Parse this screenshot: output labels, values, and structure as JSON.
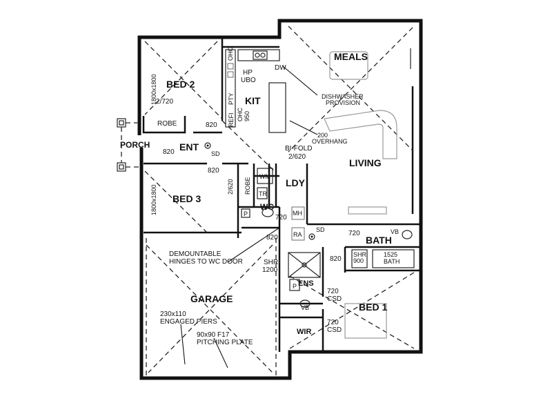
{
  "rooms": {
    "meals": "MEALS",
    "bed2": "BED 2",
    "kit": "KIT",
    "ent": "ENT",
    "porch": "PORCH",
    "living": "LIVING",
    "bed3": "BED 3",
    "ldy": "LDY",
    "wc": "WC",
    "bath": "BATH",
    "ens": "ENS",
    "garage": "GARAGE",
    "bed1": "BED 1",
    "wir": "WIR"
  },
  "labels": {
    "dw": "DW",
    "ohc_top": "OHC",
    "hp": "HP",
    "ubo": "UBO",
    "pty": "PTY",
    "refi": "REFI",
    "ohc_950": "OHC",
    "n950": "950",
    "dishwasher": "DISHWASHER",
    "provision": "PROVISION",
    "robe_bed2": "ROBE",
    "bed2_window": "1800x1800",
    "bed2_door": "2/720",
    "b820_bed2": "820",
    "b820_porch": "820",
    "sd_ent": "SD",
    "overhang_200": "200",
    "overhang": "OVERHANG",
    "bifold": "BI-FOLD",
    "bifold_size": "2/620",
    "b820_bed3": "820",
    "robe_door": "2/620",
    "robe_bed3": "ROBE",
    "wm": "WM",
    "tr": "TR",
    "bed3_window": "1800x1800",
    "p_wc": "P",
    "wc_720": "720",
    "mh": "MH",
    "ra": "RA",
    "sd_hall": "SD",
    "b820_wc": "820",
    "b720_bath": "720",
    "vb_bath": "VB",
    "shr_bath": "SHR",
    "n900": "900",
    "n1525": "1525",
    "bath_tub": "BATH",
    "b820_bed1": "820",
    "demountable": "DEMOUNTABLE",
    "hinges": "HINGES TO WC DOOR",
    "shr": "SHR",
    "shr_1200": "1200",
    "p_ens": "P",
    "csd1_num": "720",
    "csd1": "CSD",
    "vb_ens": "VB",
    "csd2_num": "720",
    "csd2": "CSD",
    "piers_size": "230x110",
    "piers": "ENGAGED PIERS",
    "plate_size": "90x90 F17",
    "plate": "PITCHING PLATE"
  }
}
